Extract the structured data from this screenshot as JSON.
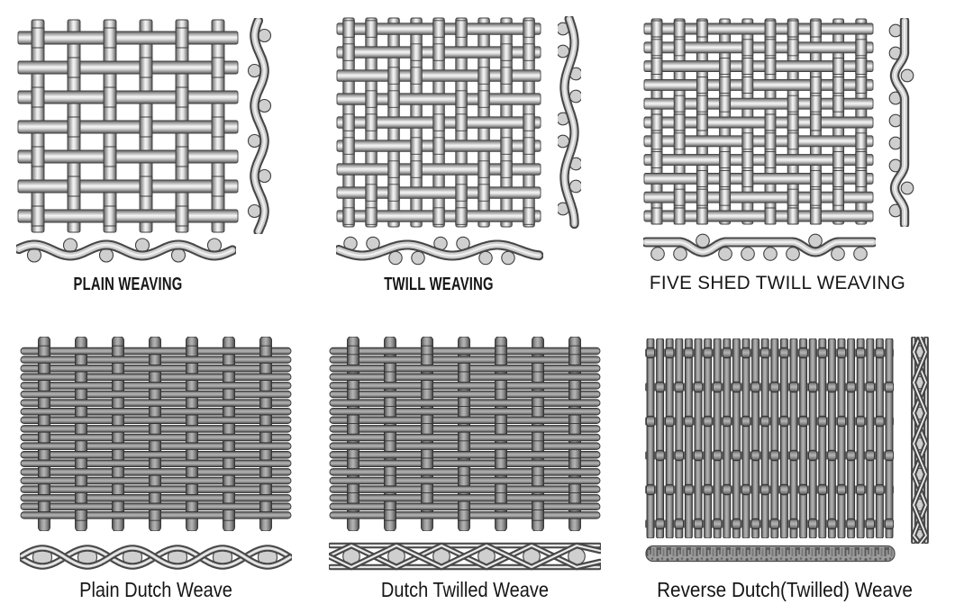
{
  "figure": {
    "background": "#ffffff",
    "panels": [
      {
        "id": "plain-weaving",
        "label": "PLAIN WEAVING",
        "weave_type": "plain",
        "interlacing": "over 1 / under 1"
      },
      {
        "id": "twill-weaving",
        "label": "TWILL WEAVING",
        "weave_type": "twill",
        "interlacing": "over 2 / under 2"
      },
      {
        "id": "five-shed-twill-weaving",
        "label": "FIVE SHED TWILL WEAVING",
        "weave_type": "five-shed-twill",
        "interlacing": "five shed"
      },
      {
        "id": "plain-dutch-weave",
        "label": "Plain Dutch Weave",
        "weave_type": "plain-dutch",
        "interlacing": "dutch plain"
      },
      {
        "id": "dutch-twilled-weave",
        "label": "Dutch Twilled Weave",
        "weave_type": "dutch-twill",
        "interlacing": "dutch twill"
      },
      {
        "id": "reverse-dutch-weave",
        "label": "Reverse Dutch(Twilled) Weave",
        "weave_type": "reverse-dutch",
        "interlacing": "reverse dutch twill"
      }
    ],
    "colors": {
      "wire_highlight": "#f4f4f4",
      "wire_mid_light": "#c9c9c9",
      "wire_mid_dark": "#9a9a9a",
      "wire_edge": "#3d3d3d",
      "dutch_wire_mid": "#b4b4b4",
      "dutch_wire_edge": "#323232",
      "section_band": "#cdcdcd",
      "section_outline": "#474747",
      "section_circle": "#cfcfcf",
      "label_color": "#161616"
    }
  }
}
